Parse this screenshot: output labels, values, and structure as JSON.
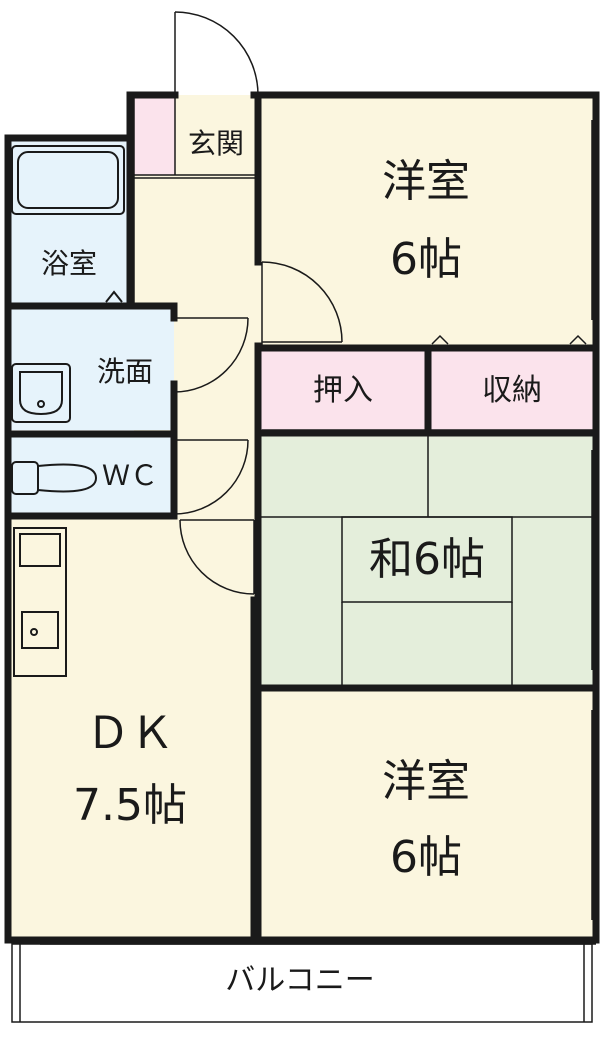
{
  "floorplan": {
    "rooms": {
      "western_top": {
        "name": "洋室",
        "size": "6帖"
      },
      "western_bottom": {
        "name": "洋室",
        "size": "6帖"
      },
      "japanese": {
        "label": "和6帖"
      },
      "dk": {
        "name": "ＤＫ",
        "size": "7.5帖"
      },
      "entrance": {
        "label": "玄関"
      },
      "bath": {
        "label": "浴室"
      },
      "washroom": {
        "label": "洗面"
      },
      "wc": {
        "label": "ＷＣ"
      },
      "oshiire": {
        "label": "押入"
      },
      "storage": {
        "label": "収納"
      },
      "balcony": {
        "label": "バルコニー"
      }
    },
    "colors": {
      "western": "#fbf6df",
      "japanese": "#e4eedb",
      "wet_area": "#e6f3fb",
      "closet": "#fbe3ec",
      "corridor": "#fbf6df",
      "wall": "#1a1a1a"
    }
  }
}
